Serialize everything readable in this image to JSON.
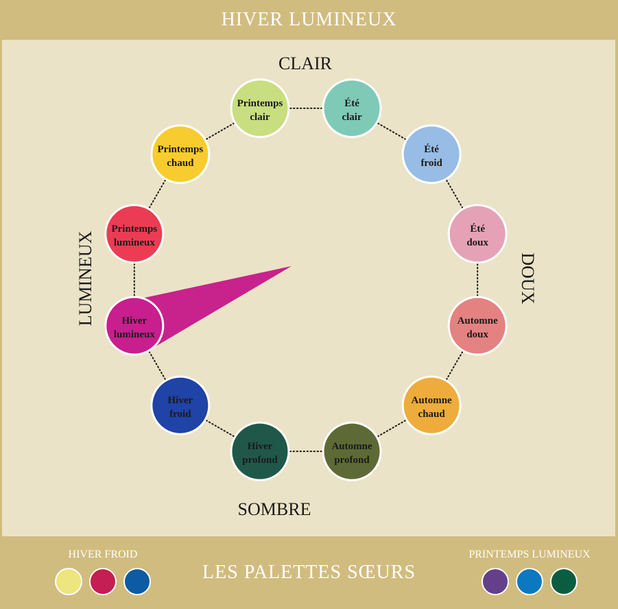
{
  "header": {
    "title": "HIVER LUMINEUX"
  },
  "axes": {
    "top": "CLAIR",
    "bottom": "SOMBRE",
    "left": "LUMINEUX",
    "right": "DOUX"
  },
  "seasons": [
    {
      "line1": "Printemps",
      "line2": "clair",
      "color": "#c8de80",
      "text_color": "#1a1a1a"
    },
    {
      "line1": "Été",
      "line2": "clair",
      "color": "#7ecab6",
      "text_color": "#1a1a1a"
    },
    {
      "line1": "Été",
      "line2": "froid",
      "color": "#97bde6",
      "text_color": "#1a1a1a"
    },
    {
      "line1": "Été",
      "line2": "doux",
      "color": "#e5a2b6",
      "text_color": "#1a1a1a"
    },
    {
      "line1": "Automne",
      "line2": "doux",
      "color": "#e48281",
      "text_color": "#1a1a1a"
    },
    {
      "line1": "Automne",
      "line2": "chaud",
      "color": "#eeac3c",
      "text_color": "#1a1a1a"
    },
    {
      "line1": "Automne",
      "line2": "profond",
      "color": "#5e6a35",
      "text_color": "#1a1a1a"
    },
    {
      "line1": "Hiver",
      "line2": "profond",
      "color": "#1f5849",
      "text_color": "#1a1a1a"
    },
    {
      "line1": "Hiver",
      "line2": "froid",
      "color": "#1f43a6",
      "text_color": "#1a1a1a"
    },
    {
      "line1": "Hiver",
      "line2": "lumineux",
      "color": "#c81e8e",
      "text_color": "#1a1a1a"
    },
    {
      "line1": "Printemps",
      "line2": "lumineux",
      "color": "#ec3c53",
      "text_color": "#1a1a1a"
    },
    {
      "line1": "Printemps",
      "line2": "chaud",
      "color": "#f8cc2e",
      "text_color": "#1a1a1a"
    }
  ],
  "pointer_color": "#c8228c",
  "footer": {
    "title": "LES PALETTES SŒURS",
    "left": {
      "name": "HIVER FROID",
      "swatches": [
        "#ede57d",
        "#c41e53",
        "#0d5ba2"
      ]
    },
    "right": {
      "name": "PRINTEMPS LUMINEUX",
      "swatches": [
        "#643f8a",
        "#0b78bf",
        "#0b5d41"
      ]
    }
  }
}
